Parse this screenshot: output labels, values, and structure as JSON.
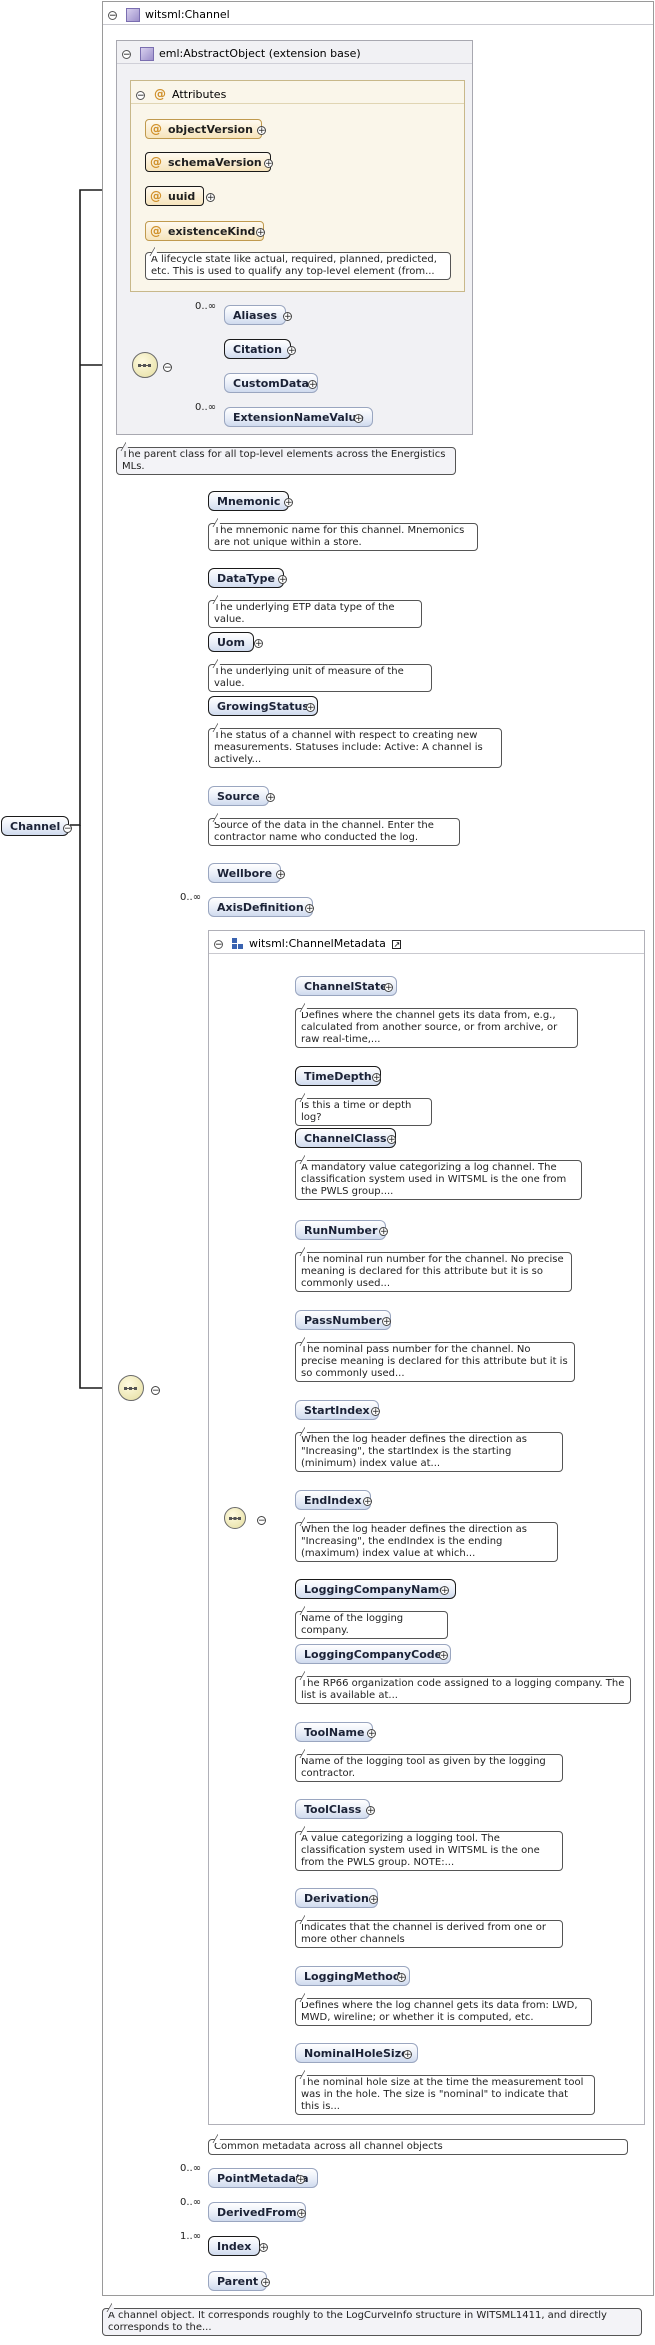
{
  "root": {
    "label": "Channel"
  },
  "channel_type": {
    "title": "witsml:Channel"
  },
  "abstract": {
    "title": "eml:AbstractObject (extension base)"
  },
  "attributes": {
    "title": "Attributes",
    "items": [
      "objectVersion",
      "schemaVersion",
      "uuid",
      "existenceKind"
    ],
    "existence_doc": "A lifecycle state like actual, required, planned, predicted, etc. This is used to qualify any top-level element (from..."
  },
  "abstract_elements": [
    {
      "label": "Aliases",
      "card": "0..∞"
    },
    {
      "label": "Citation",
      "card": ""
    },
    {
      "label": "CustomData",
      "card": ""
    },
    {
      "label": "ExtensionNameValue",
      "card": "0..∞"
    }
  ],
  "abstract_doc": "The parent class for all top-level elements across the Energistics MLs.",
  "elements": [
    {
      "label": "Mnemonic",
      "card": "",
      "doc": "The mnemonic name for this channel. Mnemonics are not unique within a store."
    },
    {
      "label": "DataType",
      "card": "",
      "doc": "The underlying ETP data type of the value."
    },
    {
      "label": "Uom",
      "card": "",
      "doc": "The underlying unit of measure of the value."
    },
    {
      "label": "GrowingStatus",
      "card": "",
      "doc": "The status of a channel with respect to creating new measurements. Statuses include: Active: A channel is actively..."
    },
    {
      "label": "Source",
      "card": "",
      "doc": "Source of the data in the channel. Enter the contractor name who conducted the log."
    },
    {
      "label": "Wellbore",
      "card": "",
      "doc": ""
    },
    {
      "label": "AxisDefinition",
      "card": "0..∞",
      "doc": ""
    }
  ],
  "metadata": {
    "title": "witsml:ChannelMetadata",
    "items": [
      {
        "label": "ChannelState",
        "doc": "Defines where the channel gets its data from, e.g., calculated from another source, or from archive, or raw real-time,..."
      },
      {
        "label": "TimeDepth",
        "doc": "Is this a time or depth log?"
      },
      {
        "label": "ChannelClass",
        "doc": "A mandatory value categorizing a log channel. The classification system used in WITSML is the one from the PWLS group...."
      },
      {
        "label": "RunNumber",
        "doc": "The nominal run number for the channel. No precise meaning is declared for this attribute but it is so commonly used..."
      },
      {
        "label": "PassNumber",
        "doc": "The nominal pass number for the channel. No precise meaning is declared for this attribute but it is so commonly used..."
      },
      {
        "label": "StartIndex",
        "doc": "When the log header defines the direction as \"Increasing\", the startIndex is the starting (minimum) index value at..."
      },
      {
        "label": "EndIndex",
        "doc": "When the log header defines the direction as \"Increasing\", the endIndex is the ending (maximum) index value at which..."
      },
      {
        "label": "LoggingCompanyName",
        "doc": "Name of the logging company."
      },
      {
        "label": "LoggingCompanyCode",
        "doc": "The RP66 organization code assigned to a logging company. The list is available at..."
      },
      {
        "label": "ToolName",
        "doc": "Name of the logging tool as given by the logging contractor."
      },
      {
        "label": "ToolClass",
        "doc": "A value categorizing a logging tool. The classification system used in WITSML is the one from the PWLS group. NOTE:..."
      },
      {
        "label": "Derivation",
        "doc": "Indicates that the channel is derived from one or more other channels"
      },
      {
        "label": "LoggingMethod",
        "doc": "Defines where the log channel gets its data from: LWD, MWD, wireline; or whether it is computed, etc."
      },
      {
        "label": "NominalHoleSize",
        "doc": "The nominal hole size at the time the measurement tool was in the hole. The size is \"nominal\" to indicate that this is..."
      }
    ],
    "doc": "Common metadata across all channel objects"
  },
  "tail_elements": [
    {
      "label": "PointMetadata",
      "card": "0..∞"
    },
    {
      "label": "DerivedFrom",
      "card": "0..∞"
    },
    {
      "label": "Index",
      "card": "1..∞"
    },
    {
      "label": "Parent",
      "card": ""
    }
  ],
  "channel_doc": "A channel object. It corresponds roughly to the LogCurveInfo structure in WITSML1411, and directly corresponds to the...",
  "colors": {
    "line": "#1a1a1a",
    "element_fill": "#dfe7f5",
    "attribute_fill": "#f6e4bc",
    "compositor_fill": "#f1ecb8"
  }
}
